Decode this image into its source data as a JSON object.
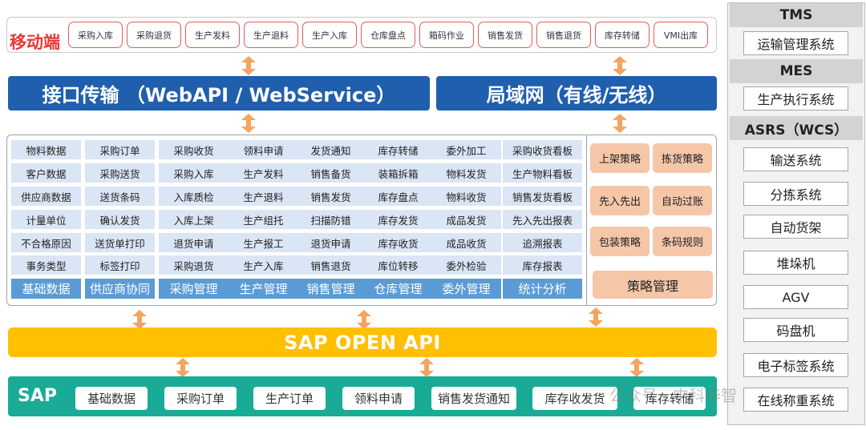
{
  "mobile": {
    "label": "移动端",
    "items": [
      "采购入库",
      "采购退货",
      "生产发料",
      "生产退料",
      "生产入库",
      "仓库盘点",
      "箱码作业",
      "销售发货",
      "销售退货",
      "库存转储",
      "VMI出库"
    ]
  },
  "interface_bar": "接口传输 （WebAPI / WebService）",
  "lan_bar": "局域网（有线/无线）",
  "modules": [
    {
      "category": "基础数据",
      "items": [
        "物料数据",
        "客户数据",
        "供应商数据",
        "计量单位",
        "不合格原因",
        "事务类型"
      ]
    },
    {
      "category": "供应商协同",
      "items": [
        "采购订单",
        "采购送货",
        "送货条码",
        "确认发货",
        "送货单打印",
        "标签打印"
      ]
    },
    {
      "category": "采购管理",
      "items": [
        "采购收货",
        "采购入库",
        "入库质检",
        "入库上架",
        "退货申请",
        "采购退货"
      ]
    },
    {
      "category": "生产管理",
      "items": [
        "领料申请",
        "生产发料",
        "生产退料",
        "生产组托",
        "生产报工",
        "生产入库"
      ]
    },
    {
      "category": "销售管理",
      "items": [
        "发货通知",
        "销售备货",
        "销售发货",
        "扫描防错",
        "退货申请",
        "销售退货"
      ]
    },
    {
      "category": "仓库管理",
      "items": [
        "库存转储",
        "装箱拆箱",
        "库存盘点",
        "库存发货",
        "库存收货",
        "库位转移"
      ]
    },
    {
      "category": "委外管理",
      "items": [
        "委外加工",
        "物料发货",
        "物料收货",
        "成品发货",
        "成品收货",
        "委外检验"
      ]
    },
    {
      "category": "统计分析",
      "items": [
        "采购收货看板",
        "生产物料看板",
        "销售发货看板",
        "先入先出报表",
        "追溯报表",
        "库存报表"
      ]
    }
  ],
  "strategy": {
    "items": [
      "上架策略",
      "拣货策略",
      "先入先出",
      "自动过账",
      "包装策略",
      "条码规则"
    ],
    "header": "策略管理"
  },
  "open_api": "SAP  OPEN API",
  "sap": {
    "label": "SAP",
    "items": [
      "基础数据",
      "采购订单",
      "生产订单",
      "领料申请",
      "销售发货通知",
      "库存收发货",
      "库存转储"
    ]
  },
  "right_column": {
    "tms": {
      "title": "TMS",
      "items": [
        "运输管理系统"
      ]
    },
    "mes": {
      "title": "MES",
      "items": [
        "生产执行系统"
      ]
    },
    "asrs": {
      "title": "ASRS（WCS）",
      "items": [
        "输送系统",
        "分拣系统",
        "自动货架",
        "堆垛机",
        "AGV",
        "码盘机",
        "电子标签系统",
        "在线称重系统"
      ]
    }
  },
  "watermark": "公众号 · 中科华智",
  "colors": {
    "blue_bar": "#1f5fad",
    "cell_blue": "#dae5f5",
    "category_blue": "#5b9bd5",
    "strategy_orange": "#f5c6a8",
    "arrow_orange": "#f4a460",
    "open_api_yellow": "#ffc000",
    "sap_teal": "#1aab96",
    "mobile_red": "#e53935"
  }
}
